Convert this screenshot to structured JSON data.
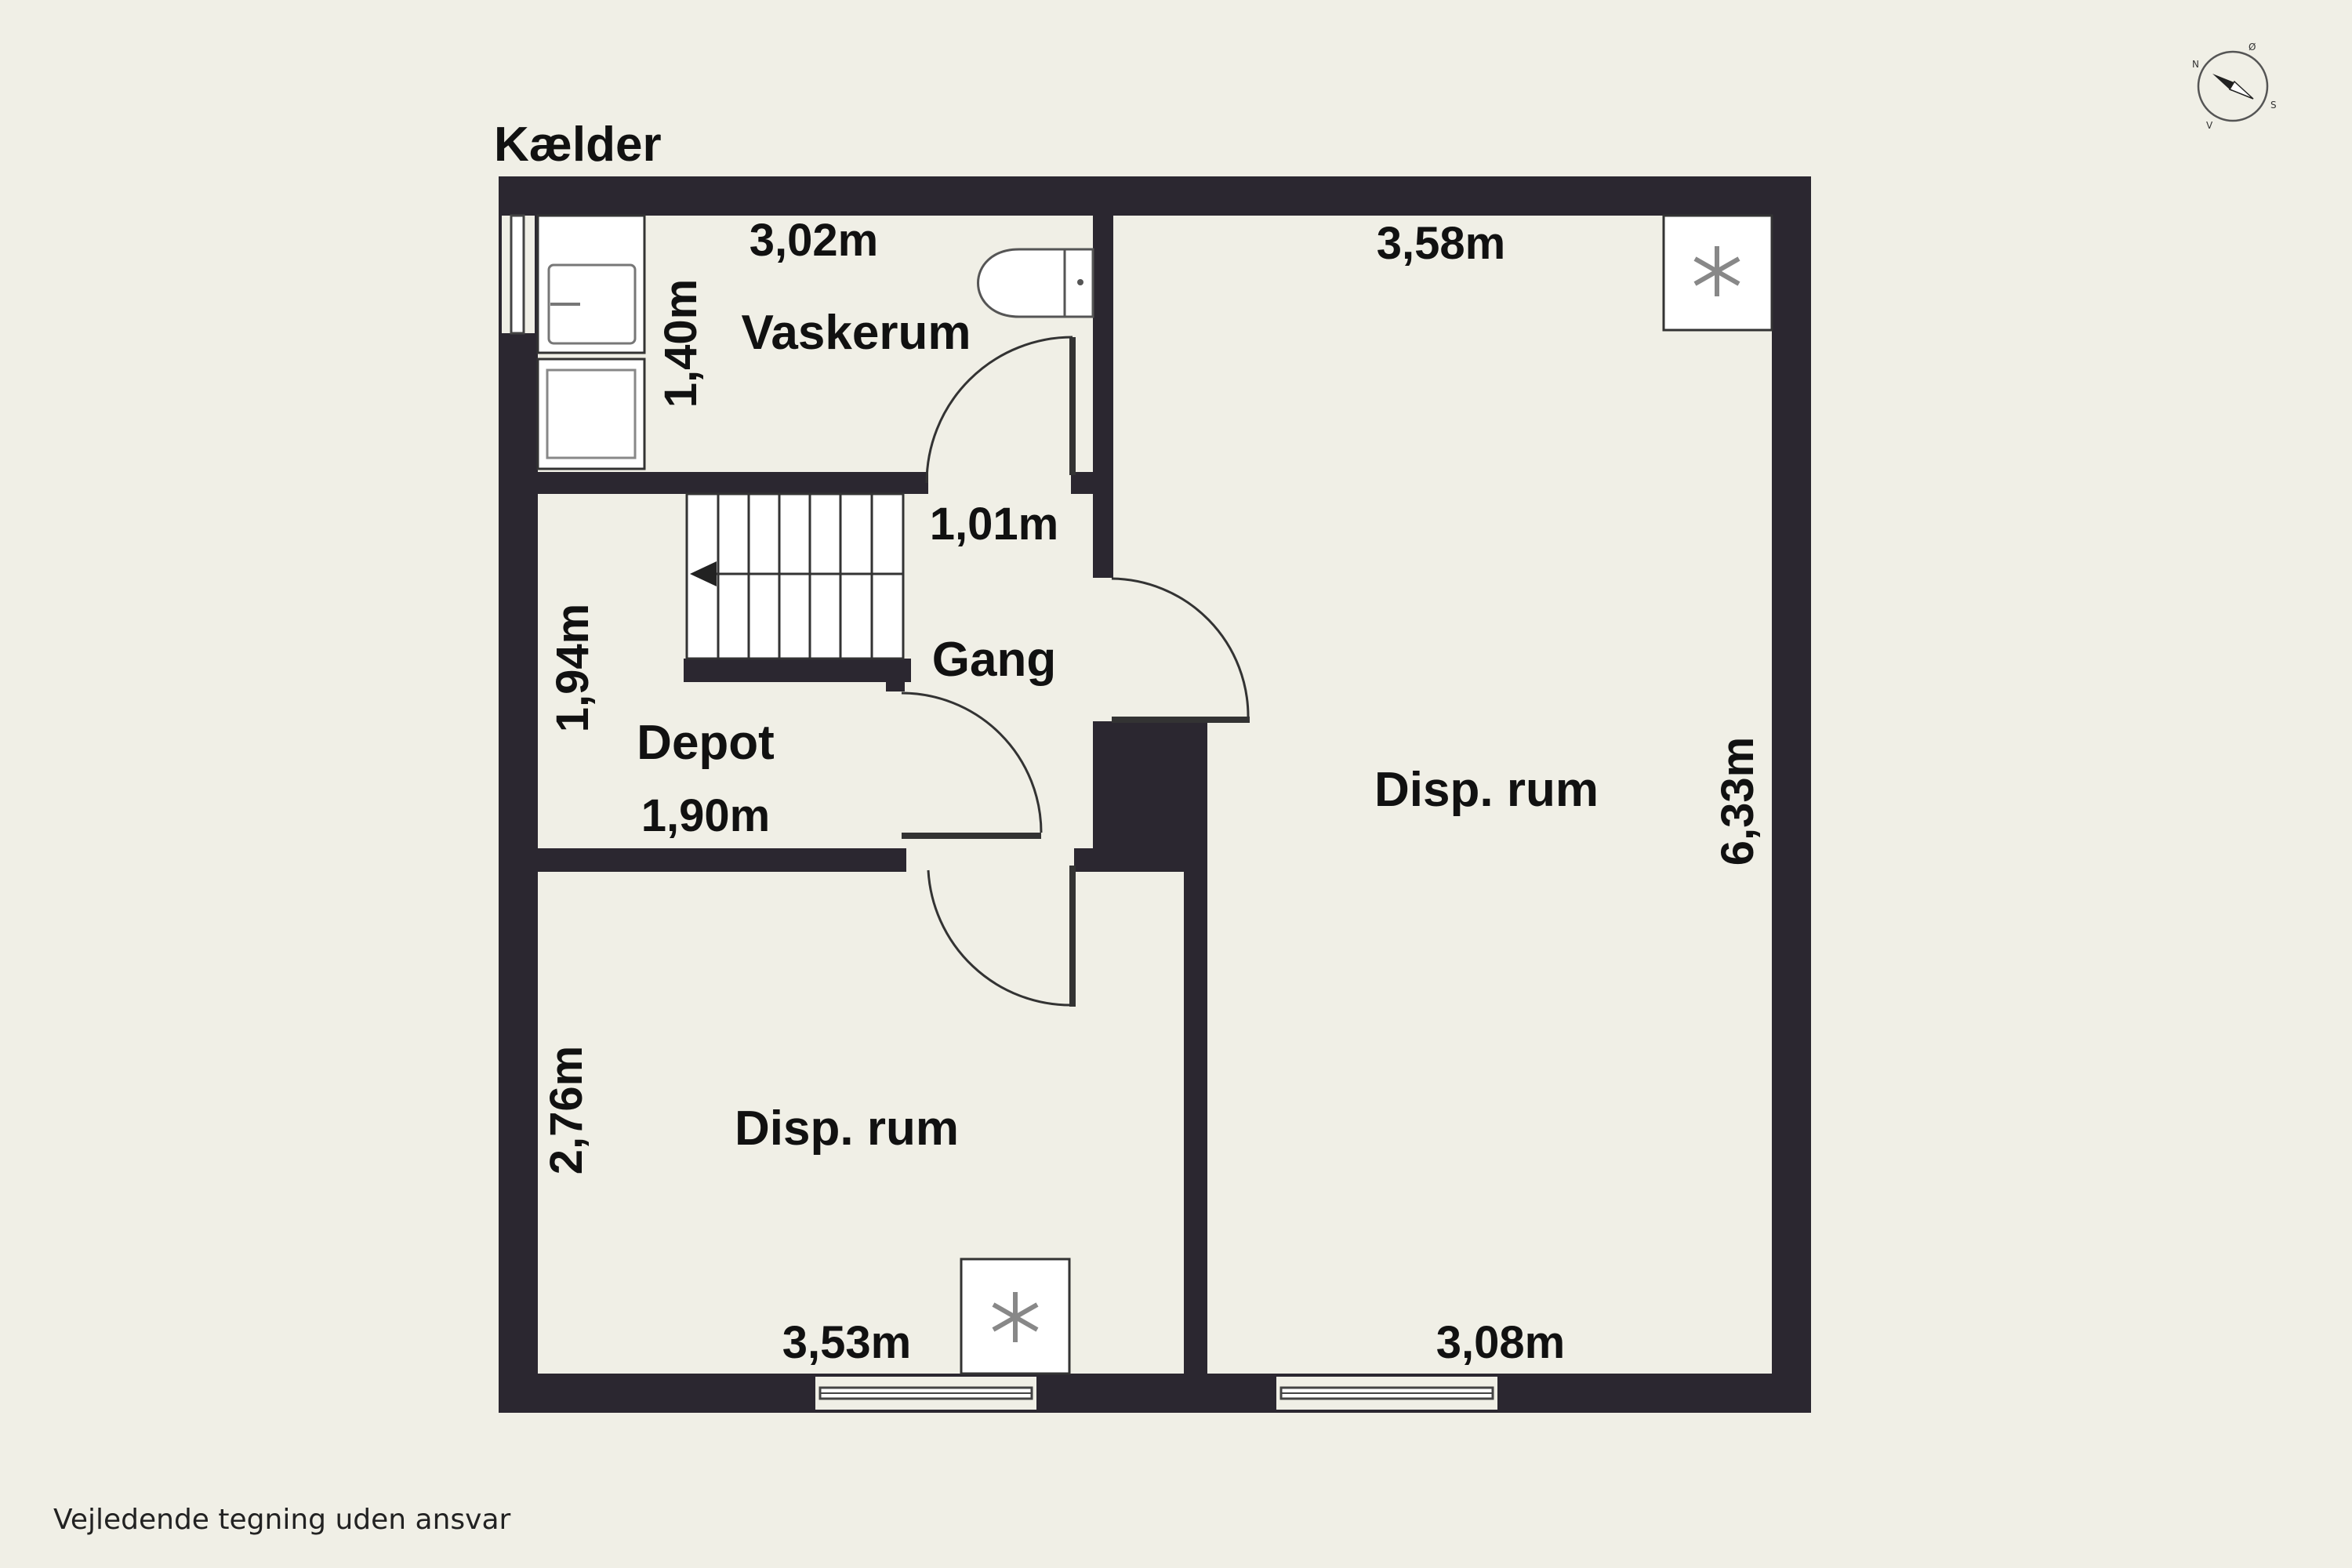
{
  "title": "Kælder",
  "disclaimer": "Vejledende tegning uden ansvar",
  "compass": {
    "n": "N",
    "e": "Ø",
    "s": "S",
    "w": "V"
  },
  "rooms": {
    "laundry": "Vaskerum",
    "hall": "Gang",
    "storage": "Depot",
    "room_large": "Disp. rum",
    "room_small": "Disp. rum"
  },
  "dimensions": {
    "laundry_width": "3,02m",
    "laundry_depth": "1,40m",
    "hall_width": "1,01m",
    "storage_depth": "1,94m",
    "storage_width": "1,90m",
    "large_top": "3,58m",
    "large_height": "6,33m",
    "large_bottom": "3,08m",
    "small_height": "2,76m",
    "small_bottom": "3,53m"
  },
  "colors": {
    "wall": "#2b2730",
    "floor": "#f0efe6",
    "fixture": "#ffffff"
  }
}
